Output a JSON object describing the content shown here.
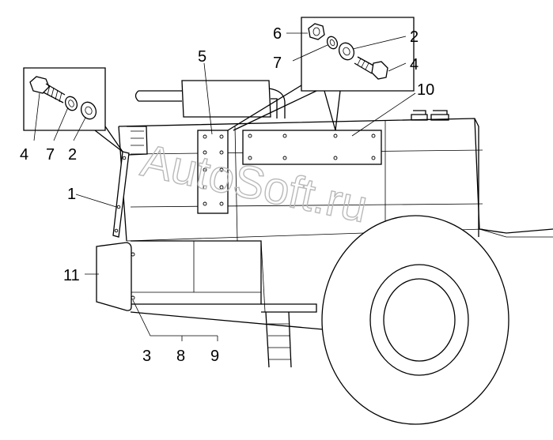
{
  "watermark": "AutoSoft.ru",
  "callouts": {
    "c1": "1",
    "c2_top": "2",
    "c2_left": "2",
    "c3": "3",
    "c4_top": "4",
    "c4_left": "4",
    "c5": "5",
    "c6": "6",
    "c7_top": "7",
    "c7_left": "7",
    "c8": "8",
    "c9": "9",
    "c10": "10",
    "c11": "11"
  }
}
